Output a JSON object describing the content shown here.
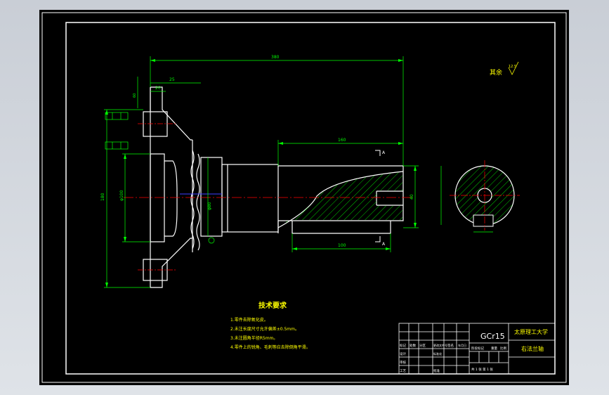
{
  "colors": {
    "background": "#000000",
    "outline": "#ffffff",
    "dimension": "#00ff00",
    "centerline": "#ff0000",
    "hatch": "#00ff00",
    "text_highlight": "#ffff00",
    "blue_center": "#4040ff"
  },
  "dimensions": {
    "overall_length": "380",
    "right_length": "160",
    "bottom_length": "100",
    "left_offset": "25",
    "upper_small": "20",
    "left_height": "180",
    "right_height": "40",
    "inner_dia": "φ100",
    "mid_dia": "φ80",
    "side_height": "60"
  },
  "annotations": {
    "surface_remaining": "其余",
    "surface_value": "12.5",
    "section_mark_letter": "A"
  },
  "tech_requirements": {
    "title": "技术要求",
    "items": [
      "1.零件去除氧化皮。",
      "2.未注长度尺寸允许偏差±0.5mm。",
      "3.未注圆角半径R5mm。",
      "4.零件上的锐角、毛刺等应去除倒角平滑。"
    ]
  },
  "title_block": {
    "material": "GCr15",
    "institution": "太原理工大学",
    "part_name": "右法兰轴",
    "row_labels": [
      "标记",
      "处数",
      "分区",
      "更改文件号",
      "签名",
      "年月日"
    ],
    "design_label": "设计",
    "standard_label": "标准化",
    "review_label": "审核",
    "process_label": "工艺",
    "approve_label": "批准",
    "stage_label": "阶段标记",
    "weight_label": "重量",
    "scale_label": "比例",
    "sheet_label": "共 1 张  第 1 张"
  }
}
